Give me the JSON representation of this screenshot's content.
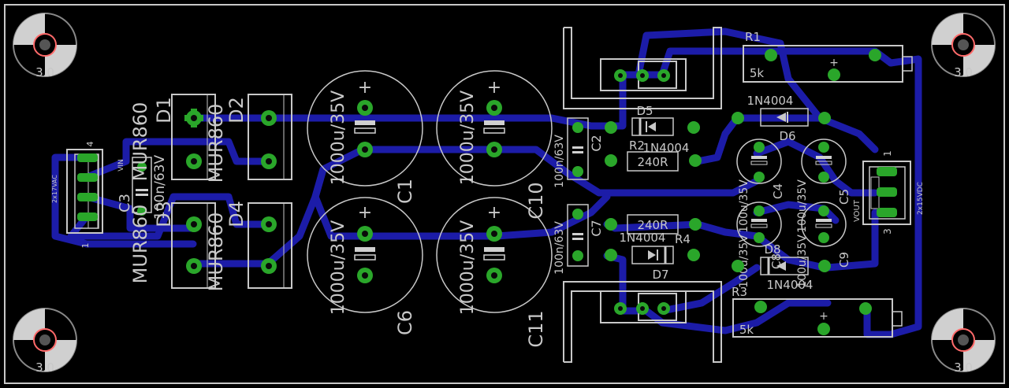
{
  "colors": {
    "background": "#000000",
    "outline": "#c8c8c8",
    "trace": "#1c1ca8",
    "pad": "#2aa62a",
    "drill": "#0a0a0a",
    "hole_ring": "#ff6a6a",
    "silk": "#d0d0d0"
  },
  "mount_holes": [
    "3.0",
    "3.0",
    "3.0",
    "3.0"
  ],
  "connectors": {
    "input": {
      "net": "2x17VAC",
      "pin1": "1",
      "pin4": "4",
      "signal": "VIN"
    },
    "output": {
      "net": "2x15VDC",
      "pin1": "1",
      "pin3": "3",
      "signal": "VOUT"
    }
  },
  "diodes": {
    "d1": {
      "name": "D1",
      "value": "MUR860"
    },
    "d2": {
      "name": "D2",
      "value": "MUR860"
    },
    "d3": {
      "name": "D3",
      "value": "MUR860"
    },
    "d4": {
      "name": "D4",
      "value": "MUR860"
    },
    "d5": {
      "name": "D5",
      "value": "1N4004"
    },
    "d6": {
      "name": "D6",
      "value": "1N4004"
    },
    "d7": {
      "name": "D7",
      "value": "1N4004"
    },
    "d8": {
      "name": "D8",
      "value": "1N4004"
    }
  },
  "capacitors": {
    "c1": {
      "name": "C1",
      "value": "1000u/35V"
    },
    "c10": {
      "name": "C10",
      "value": "1000u/35V"
    },
    "c6": {
      "name": "C6",
      "value": "1000u/35V"
    },
    "c11": {
      "name": "C11",
      "value": "1000u/35V"
    },
    "c2": {
      "name": "C2",
      "value": "100n/63V"
    },
    "c3": {
      "name": "C3",
      "value": "100n/63V"
    },
    "c7": {
      "name": "C7",
      "value": "100n/63V"
    },
    "c4": {
      "name": "C4",
      "value": "100u/35V"
    },
    "c5": {
      "name": "C5",
      "value": "100u/35V"
    },
    "c8": {
      "name": "C8",
      "value": "100u/35V"
    },
    "c9": {
      "name": "C9",
      "value": "100u/35V"
    }
  },
  "resistors": {
    "r1": {
      "name": "R1",
      "value": "5k"
    },
    "r2": {
      "name": "R2",
      "value": "240R"
    },
    "r3": {
      "name": "R3",
      "value": "5k"
    },
    "r4": {
      "name": "R4",
      "value": "240R"
    }
  },
  "polarity_mark": "+"
}
